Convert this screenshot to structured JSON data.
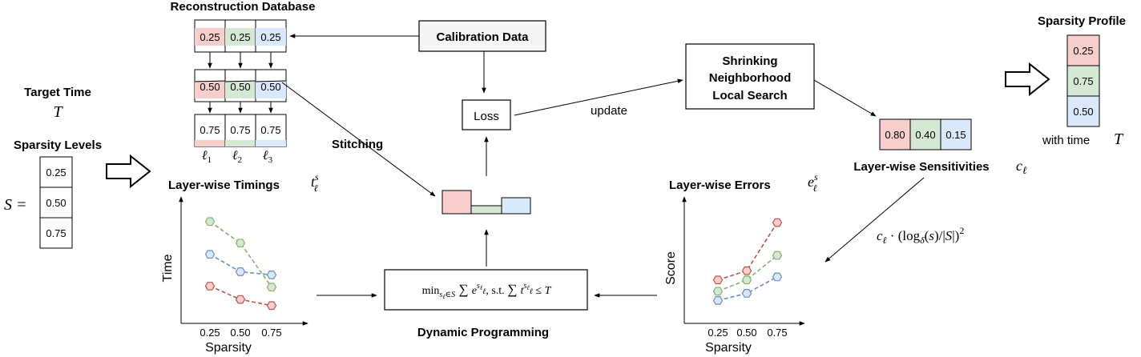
{
  "colors": {
    "red": "#f8cecc",
    "green": "#d5e8d4",
    "blue": "#dae8fc",
    "grey": "#f5f5f5",
    "red_stroke": "#b85450",
    "green_stroke": "#82b366",
    "blue_stroke": "#6c8ebf"
  },
  "titles": {
    "reconstruction_db": "Reconstruction Database",
    "calibration": "Calibration Data",
    "shrinking_1": "Shrinking",
    "shrinking_2": "Neighborhood",
    "shrinking_3": "Local Search",
    "sparsity_profile": "Sparsity Profile",
    "target_time": "Target Time",
    "sparsity_levels": "Sparsity Levels",
    "loss": "Loss",
    "update": "update",
    "stitching": "Stitching",
    "layer_timings": "Layer-wise Timings",
    "layer_errors": "Layer-wise Errors",
    "layer_sens": "Layer-wise Sensitivities",
    "dynamic_programming": "Dynamic Programming",
    "with_time": "with time"
  },
  "math": {
    "T": "T",
    "S_eq": "S =",
    "timing_sym": "t",
    "error_sym": "e",
    "sens_sym": "c",
    "sens_formula": "c_ℓ · (log_δ(s)/|S|)²",
    "dp_formula": "min Σ e s.t. Σ t ≤ T"
  },
  "sparsity_levels": [
    "0.25",
    "0.50",
    "0.75"
  ],
  "db_rows": [
    [
      "0.25",
      "0.25",
      "0.25"
    ],
    [
      "0.50",
      "0.50",
      "0.50"
    ],
    [
      "0.75",
      "0.75",
      "0.75"
    ]
  ],
  "layer_labels": [
    "ℓ",
    "ℓ",
    "ℓ"
  ],
  "layer_subs": [
    "1",
    "2",
    "3"
  ],
  "sensitivities": [
    "0.80",
    "0.40",
    "0.15"
  ],
  "profile": [
    "0.25",
    "0.75",
    "0.50"
  ],
  "timing_chart": {
    "ylabel": "Time",
    "xlabel": "Sparsity",
    "ticks": [
      "0.25",
      "0.50",
      "0.75"
    ],
    "series": [
      {
        "color": "green",
        "values": [
          0.9,
          0.69,
          0.26
        ]
      },
      {
        "color": "blue",
        "values": [
          0.58,
          0.41,
          0.38
        ]
      },
      {
        "color": "red",
        "values": [
          0.27,
          0.14,
          0.08
        ]
      }
    ]
  },
  "error_chart": {
    "ylabel": "Score",
    "xlabel": "Sparsity",
    "ticks": [
      "0.25",
      "0.50",
      "0.75"
    ],
    "series": [
      {
        "color": "red",
        "values": [
          0.33,
          0.42,
          0.89
        ]
      },
      {
        "color": "green",
        "values": [
          0.22,
          0.33,
          0.57
        ]
      },
      {
        "color": "blue",
        "values": [
          0.13,
          0.2,
          0.36
        ]
      }
    ]
  }
}
